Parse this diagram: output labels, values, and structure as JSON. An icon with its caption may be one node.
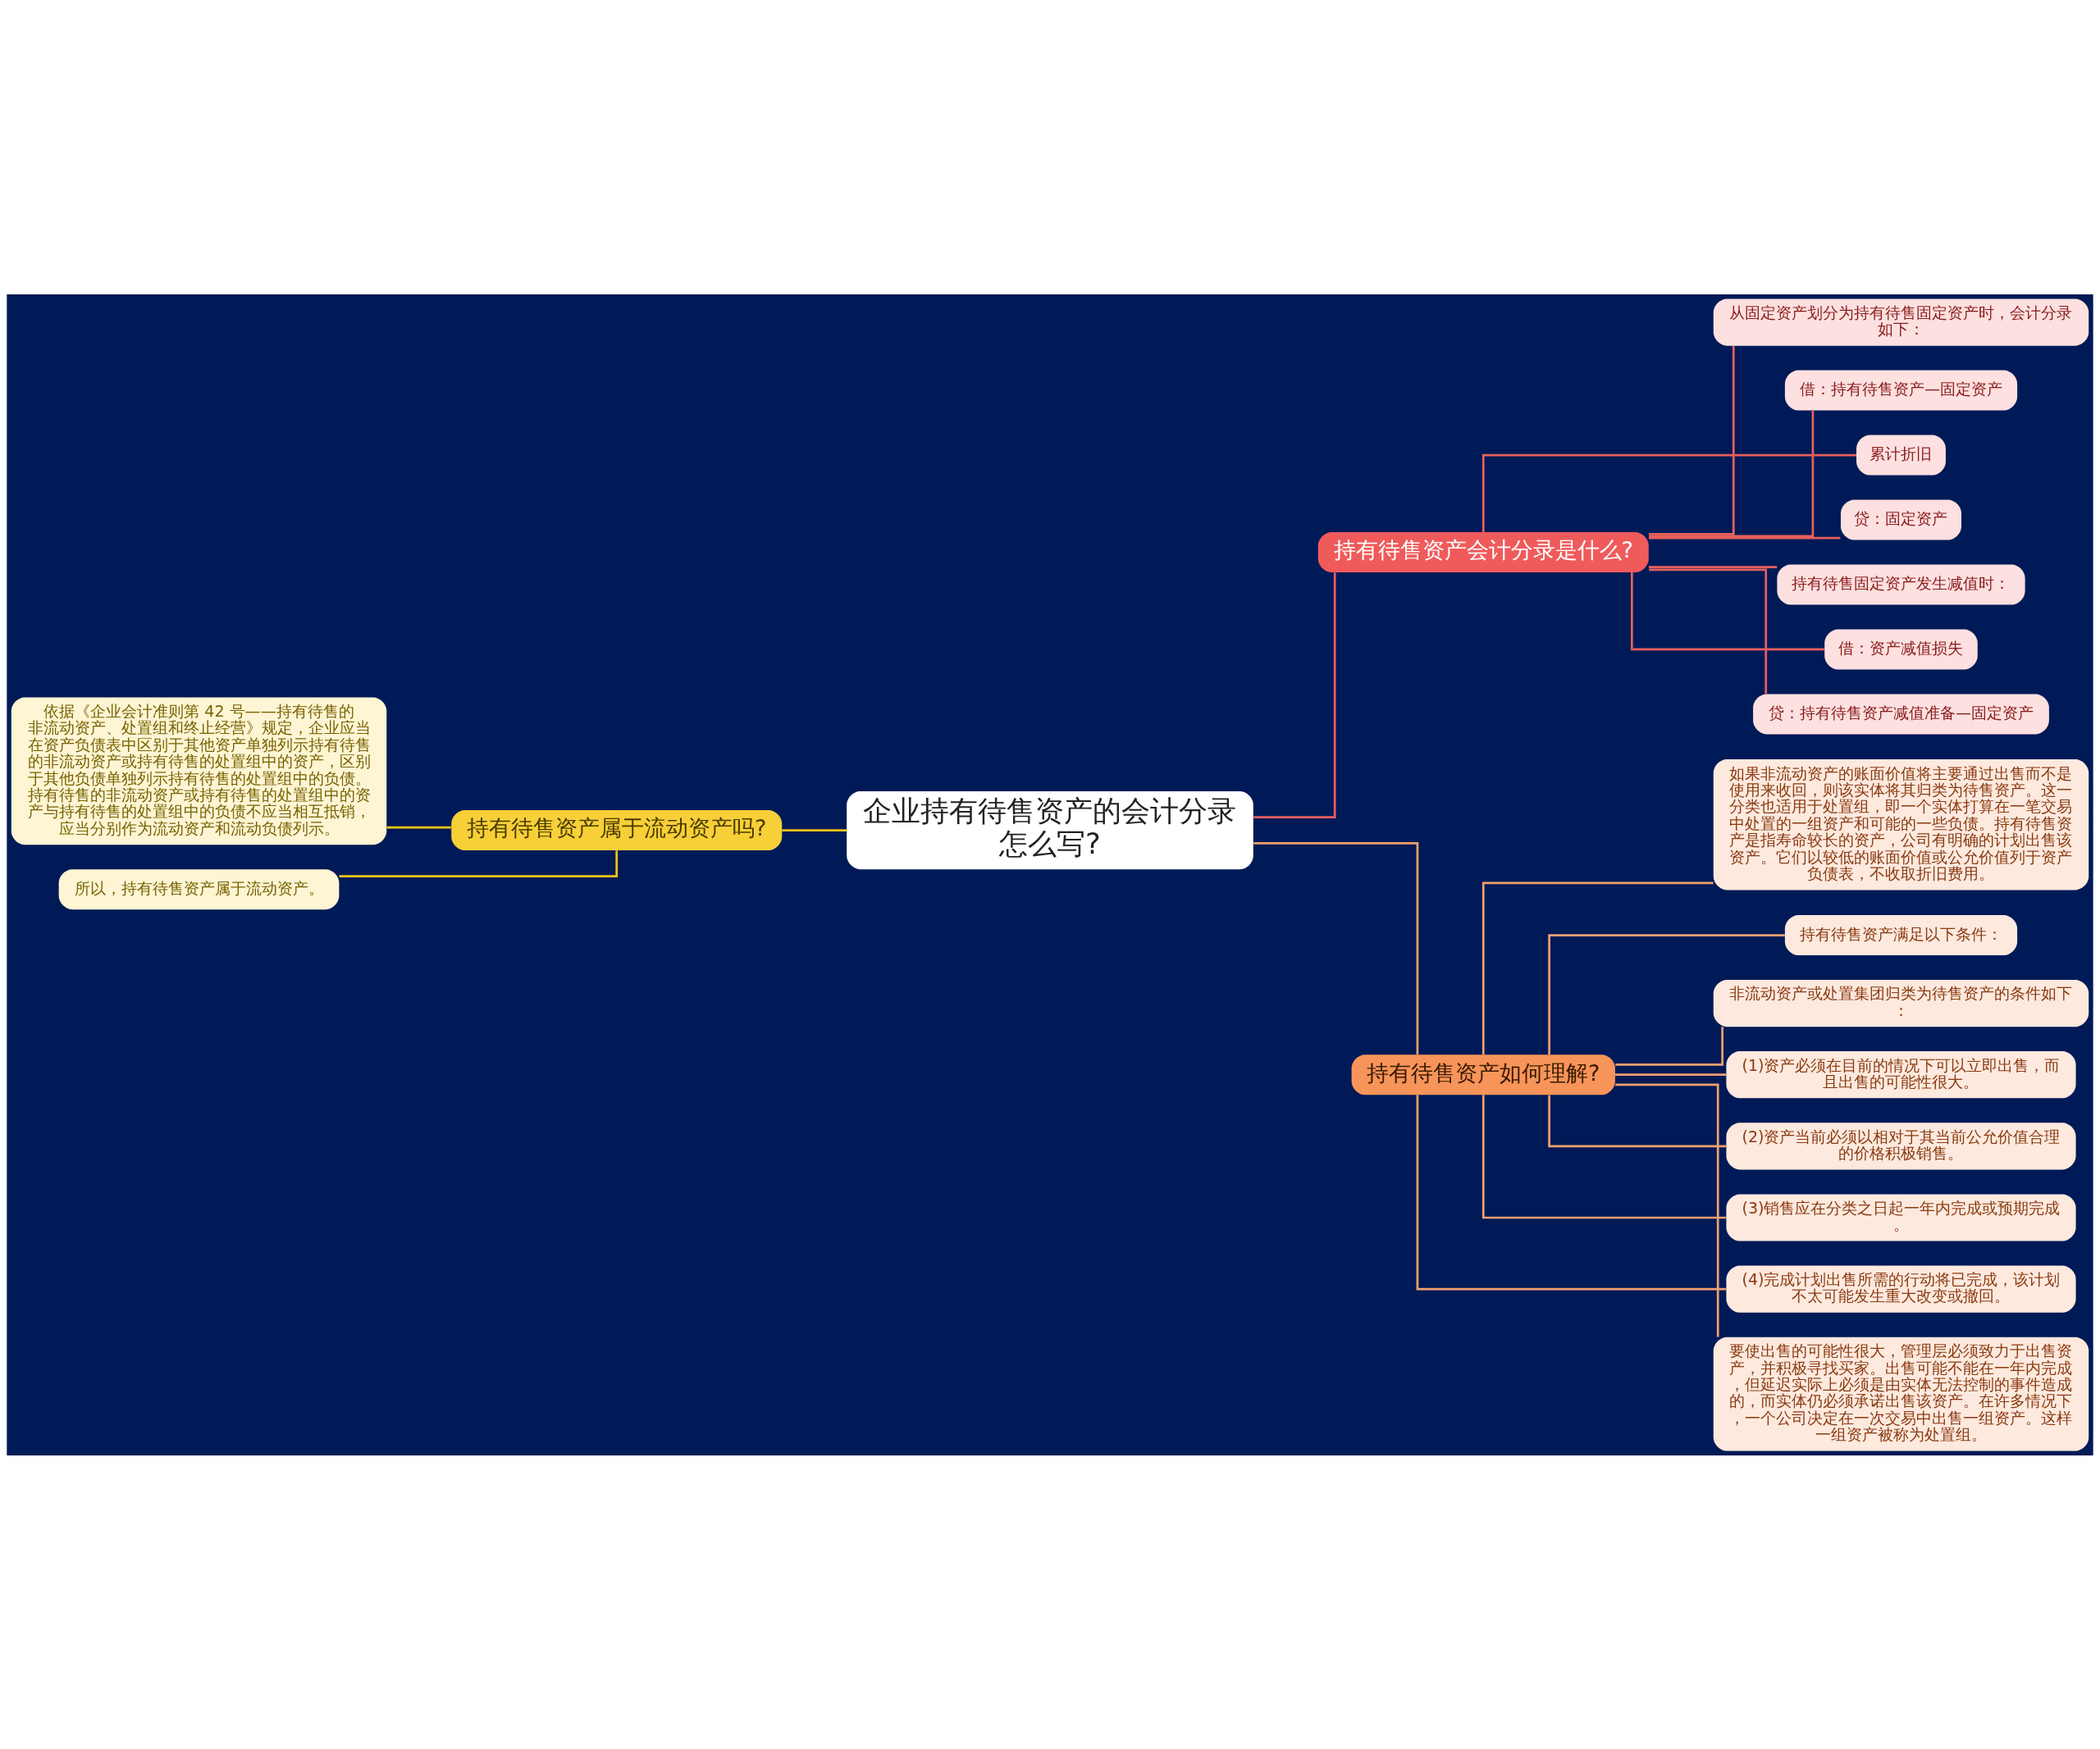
{
  "diagram": {
    "nodes": [
      {
        "text": [
          "企业持有待售资产的会计分录怎么写?"
        ]
      },
      {
        "text": [
          "持有待售资产属于流动资产吗?"
        ]
      },
      {
        "text": [
          "依据《企业会计准则第 42 号——持有待售的非流动资产、处置组和终止经营》规定，企业应当在资产负债表中区别于其他资产单独列示持有待售的非流动资产或持有待售的处置组中的资产，区别于其他负债单独列示持有待售的处置组中的负债。持有待售的非流动资产或持有待售的处置组中的资产与持有待售的处置组中的负债不应当相互抵销，应当分别作为流动资产和流动负债列示。"
        ]
      },
      {
        "text": [
          "所以，持有待售资产属于流动资产。"
        ]
      },
      {
        "text": [
          "持有待售资产会计分录是什么?"
        ]
      },
      {
        "text": [
          "从固定资产划分为持有待售固定资产时，会计分录如下："
        ]
      },
      {
        "text": [
          "借：持有待售资产—固定资产"
        ]
      },
      {
        "text": [
          "累计折旧"
        ]
      },
      {
        "text": [
          "贷：固定资产"
        ]
      },
      {
        "text": [
          "持有待售固定资产发生减值时："
        ]
      },
      {
        "text": [
          "借：资产减值损失"
        ]
      },
      {
        "text": [
          "贷：持有待售资产减值准备—固定资产"
        ]
      },
      {
        "text": [
          "持有待售资产如何理解?"
        ]
      },
      {
        "text": [
          "如果非流动资产的账面价值将主要通过出售而不是使用来收回，则该实体将其归类为待售资产。这一分类也适用于处置组，即一个实体打算在一笔交易中处置的一组资产和可能的一些负债。持有待售资产是指寿命较长的资产，公司有明确的计划出售该资产。它们以较低的账面价值或公允价值列于资产负债表，不收取折旧费用。"
        ]
      },
      {
        "text": [
          "持有待售资产满足以下条件："
        ]
      },
      {
        "text": [
          "非流动资产或处置集团归类为待售资产的条件如下："
        ]
      },
      {
        "text": [
          "(1)资产必须在目前的情况下可以立即出售，而且出售的可能性很大。"
        ]
      },
      {
        "text": [
          "(2)资产当前必须以相对于其当前公允价值合理的价格积极销售。"
        ]
      },
      {
        "text": [
          "(3)销售应在分类之日起一年内完成或预期完成。"
        ]
      },
      {
        "text": [
          "(4)完成计划出售所需的行动将已完成，该计划不太可能发生重大改变或撤回。"
        ]
      },
      {
        "text": [
          "要使出售的可能性很大，管理层必须致力于出售资产，并积极寻找买家。出售可能不能在一年内完成，但延迟实际上必须是由实体无法控制的事件造成的，而实体仍必须承诺出售该资产。在许多情况下，一个公司决定在一次交易中出售一组资产。这样一组资产被称为处置组。"
        ]
      }
    ],
    "edges": [
      {
        "from": 0,
        "to": 1,
        "arrow": "none",
        "color": "#f5c518"
      },
      {
        "from": 1,
        "to": 2,
        "arrow": "none",
        "color": "#f5c518"
      },
      {
        "from": 1,
        "to": 3,
        "arrow": "none",
        "color": "#f5c518"
      },
      {
        "from": 0,
        "to": 4,
        "arrow": "none",
        "color": "#e8605c"
      },
      {
        "from": 4,
        "to": 5,
        "arrow": "none",
        "color": "#e8605c"
      },
      {
        "from": 4,
        "to": 6,
        "arrow": "none",
        "color": "#e8605c"
      },
      {
        "from": 4,
        "to": 7,
        "arrow": "none",
        "color": "#e8605c"
      },
      {
        "from": 4,
        "to": 8,
        "arrow": "none",
        "color": "#e8605c"
      },
      {
        "from": 4,
        "to": 9,
        "arrow": "none",
        "color": "#e8605c"
      },
      {
        "from": 4,
        "to": 10,
        "arrow": "none",
        "color": "#e8605c"
      },
      {
        "from": 4,
        "to": 11,
        "arrow": "none",
        "color": "#e8605c"
      },
      {
        "from": 0,
        "to": 12,
        "arrow": "none"
      },
      {
        "from": 12,
        "to": 13,
        "arrow": "none"
      },
      {
        "from": 12,
        "to": 14,
        "arrow": "none"
      },
      {
        "from": 12,
        "to": 15,
        "arrow": "none"
      },
      {
        "from": 12,
        "to": 16,
        "arrow": "none"
      },
      {
        "from": 12,
        "to": 17,
        "arrow": "none"
      },
      {
        "from": 12,
        "to": 18,
        "arrow": "none"
      },
      {
        "from": 12,
        "to": 19,
        "arrow": "none"
      },
      {
        "from": 12,
        "to": 20,
        "arrow": "none"
      }
    ]
  }
}
